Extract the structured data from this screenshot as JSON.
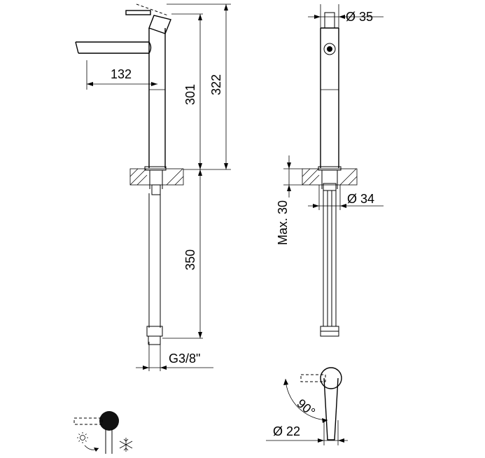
{
  "dimensions": {
    "spout_reach": "132",
    "body_height": "301",
    "total_height": "322",
    "hose_length": "350",
    "thread": "G3/8\"",
    "body_diameter": "Ø 35",
    "hole_diameter": "Ø 34",
    "max_deck_thickness": "Max. 30",
    "lever_angle": "90°",
    "handle_diameter": "Ø 22"
  },
  "legend": {
    "hot_icon": "sun-icon",
    "cold_icon": "snowflake-icon"
  },
  "colors": {
    "line": "#000000",
    "background": "#ffffff",
    "handle_fill": "#111111"
  }
}
